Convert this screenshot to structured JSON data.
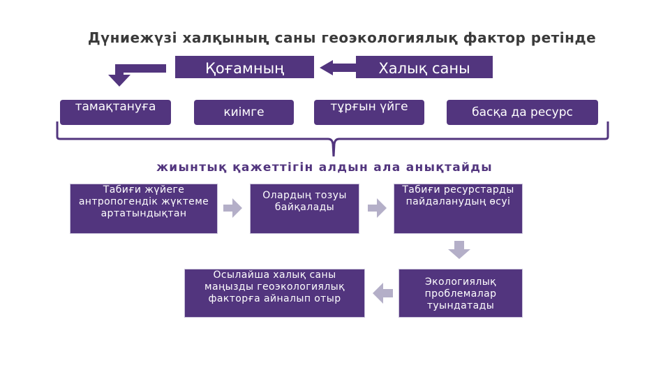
{
  "title": "Дүниежүзі халқының саны геоэкологиялық фактор ретінде",
  "top_row": {
    "society": "Қоғамның",
    "population": "Халық саны"
  },
  "needs": [
    "тамақтануға",
    "киімге",
    "тұрғын үйге",
    "басқа да ресурс"
  ],
  "subtitle": "жиынтық қажеттігін алдын ала анықтайды",
  "flow": [
    "Табиғи жүйеге антропогендік жүктеме артатындықтан",
    "Олардың тозуы байқалады",
    "Табиғи ресурстарды пайдаланудың өсуі",
    "Экологиялық проблемалар туындатады",
    "Осылайша халық саны маңызды геоэкологиялық факторға айналып отыр"
  ],
  "colors": {
    "box": "#52357e",
    "arrow_connector": "#b4afc8",
    "text_on_box": "#ffffff",
    "title": "#3a3a3a"
  },
  "icons": [
    "arrow-left-icon",
    "arrow-down-icon",
    "arrow-right-icon",
    "brace-icon"
  ]
}
